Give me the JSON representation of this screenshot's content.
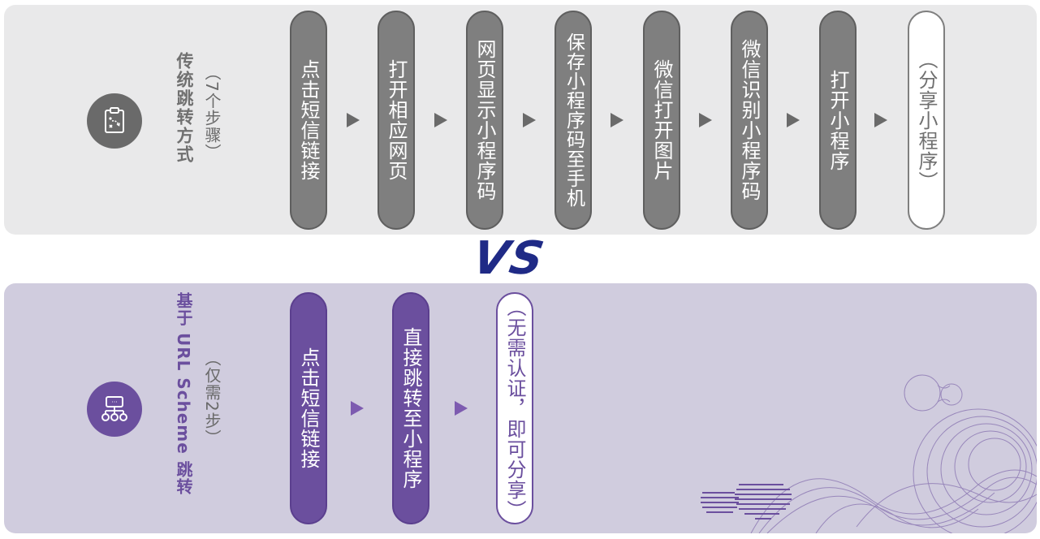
{
  "top": {
    "title": "传统跳转方式",
    "subtitle": "（7个步骤）",
    "icon": "clipboard-strategy-icon",
    "steps": [
      "点击短信链接",
      "打开相应网页",
      "网页显示小程序码",
      "保存小程序码至手机",
      "微信打开图片",
      "微信识别小程序码",
      "打开小程序"
    ],
    "final": "（分享小程序）",
    "color": "#7f7f7f"
  },
  "vs": "VS",
  "bottom": {
    "title": "基于 URL Scheme 跳转",
    "subtitle": "（仅需2步）",
    "icon": "network-hierarchy-icon",
    "steps": [
      "点击短信链接",
      "直接跳转至小程序"
    ],
    "final": "（无需认证，即可分享）",
    "color": "#6b4f9e"
  }
}
